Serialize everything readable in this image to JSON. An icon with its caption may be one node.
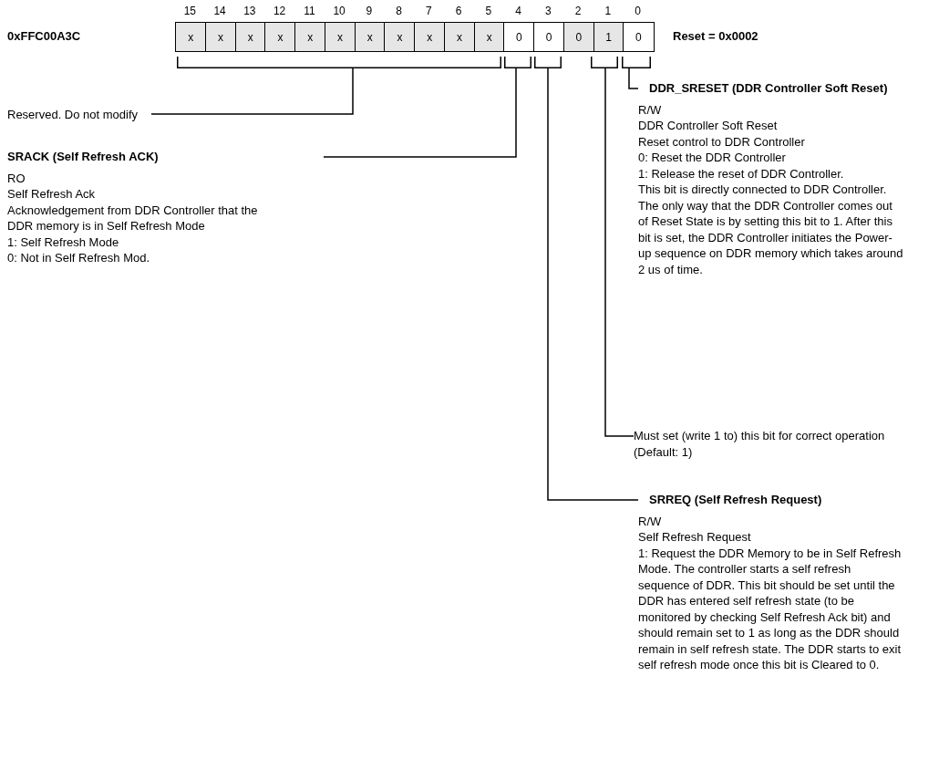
{
  "diagram": {
    "nodes": [
      {
        "text": [
          "DDR_SRESET (DDR Controller Soft Reset)",
          "R/W",
          "DDR Controller Soft Reset",
          "Reset control to DDR Controller",
          "0: Reset the DDR Controller",
          "1: Release the reset of DDR Controller.",
          "This bit is directly connected to DDR Controller. The only way that the DDR Controller comes out of Reset State is by setting this bit to 1. After this bit is set, the DDR Controller initiates the Power-up sequence on DDR memory which takes around 2 us of time."
        ]
      },
      {
        "text": [
          "Reserved. Do not modify"
        ]
      },
      {
        "text": [
          "SRACK (Self Refresh ACK)",
          "RO",
          "Self Refresh Ack",
          "Acknowledgement from DDR Controller that the DDR memory is in Self Refresh Mode",
          "1: Self Refresh Mode",
          "0: Not in Self Refresh Mod."
        ]
      },
      {
        "text": [
          "Must set (write 1 to) this bit for correct operation (Default: 1)"
        ]
      },
      {
        "text": [
          "SRREQ (Self Refresh Request)",
          "R/W",
          "Self Refresh Request",
          "1: Request the DDR Memory to be in Self Refresh Mode. The controller starts a self refresh sequence of DDR. This bit should be set until the DDR has entered self refresh state (to be monitored by checking Self Refresh Ack bit) and should remain set to 1 as long as the DDR should remain in self refresh state. The DDR starts to exit self refresh mode once this bit is Cleared to 0."
        ]
      },
      {
        "text": [],
        "shape": "bracket"
      },
      {
        "text": [],
        "shape": "bracket"
      },
      {
        "text": [],
        "shape": "bracket"
      },
      {
        "text": [],
        "shape": "bracket"
      },
      {
        "text": [],
        "shape": "bracket"
      }
    ],
    "edges": [
      {
        "from": 1,
        "to": 5,
        "arrow": "none"
      },
      {
        "from": 2,
        "to": 6,
        "arrow": "none"
      },
      {
        "from": 4,
        "to": 7,
        "arrow": "none"
      },
      {
        "from": 3,
        "to": 8,
        "arrow": "none"
      },
      {
        "from": 0,
        "to": 9,
        "arrow": "none"
      }
    ],
    "labels": [
      "0xFFC00A3C",
      "15",
      "14",
      "13",
      "12",
      "11",
      "10",
      "9",
      "8",
      "7",
      "6",
      "5",
      "4",
      "3",
      "2",
      "1",
      "0",
      "x",
      "x",
      "x",
      "x",
      "x",
      "x",
      "x",
      "x",
      "x",
      "x",
      "x",
      "0",
      "0",
      "0",
      "1",
      "0",
      "Reset = 0x0002"
    ]
  }
}
